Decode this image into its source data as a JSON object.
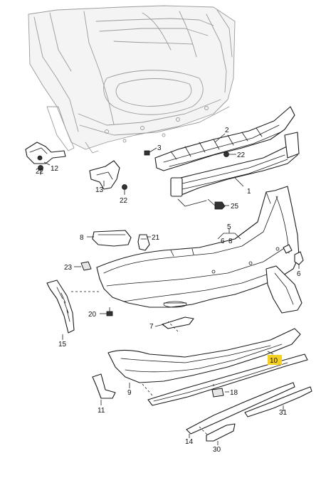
{
  "callouts": [
    {
      "id": "c1",
      "text": "1"
    },
    {
      "id": "c2",
      "text": "2"
    },
    {
      "id": "c3",
      "text": "3"
    },
    {
      "id": "c5",
      "text": "5"
    },
    {
      "id": "c6a",
      "text": "6"
    },
    {
      "id": "c6b",
      "text": "6"
    },
    {
      "id": "c7",
      "text": "7"
    },
    {
      "id": "c8a",
      "text": "8"
    },
    {
      "id": "c8b",
      "text": "8"
    },
    {
      "id": "c9",
      "text": "9"
    },
    {
      "id": "c10",
      "text": "10"
    },
    {
      "id": "c11",
      "text": "11"
    },
    {
      "id": "c12",
      "text": "12"
    },
    {
      "id": "c13",
      "text": "13"
    },
    {
      "id": "c14",
      "text": "14"
    },
    {
      "id": "c15",
      "text": "15"
    },
    {
      "id": "c18",
      "text": "18"
    },
    {
      "id": "c20",
      "text": "20"
    },
    {
      "id": "c21",
      "text": "21"
    },
    {
      "id": "c22a",
      "text": "22"
    },
    {
      "id": "c22b",
      "text": "22"
    },
    {
      "id": "c22c",
      "text": "22"
    },
    {
      "id": "c23",
      "text": "23"
    },
    {
      "id": "c25",
      "text": "25"
    },
    {
      "id": "c30",
      "text": "30"
    },
    {
      "id": "c31",
      "text": "31"
    }
  ],
  "highlight_color": "#f5d020"
}
